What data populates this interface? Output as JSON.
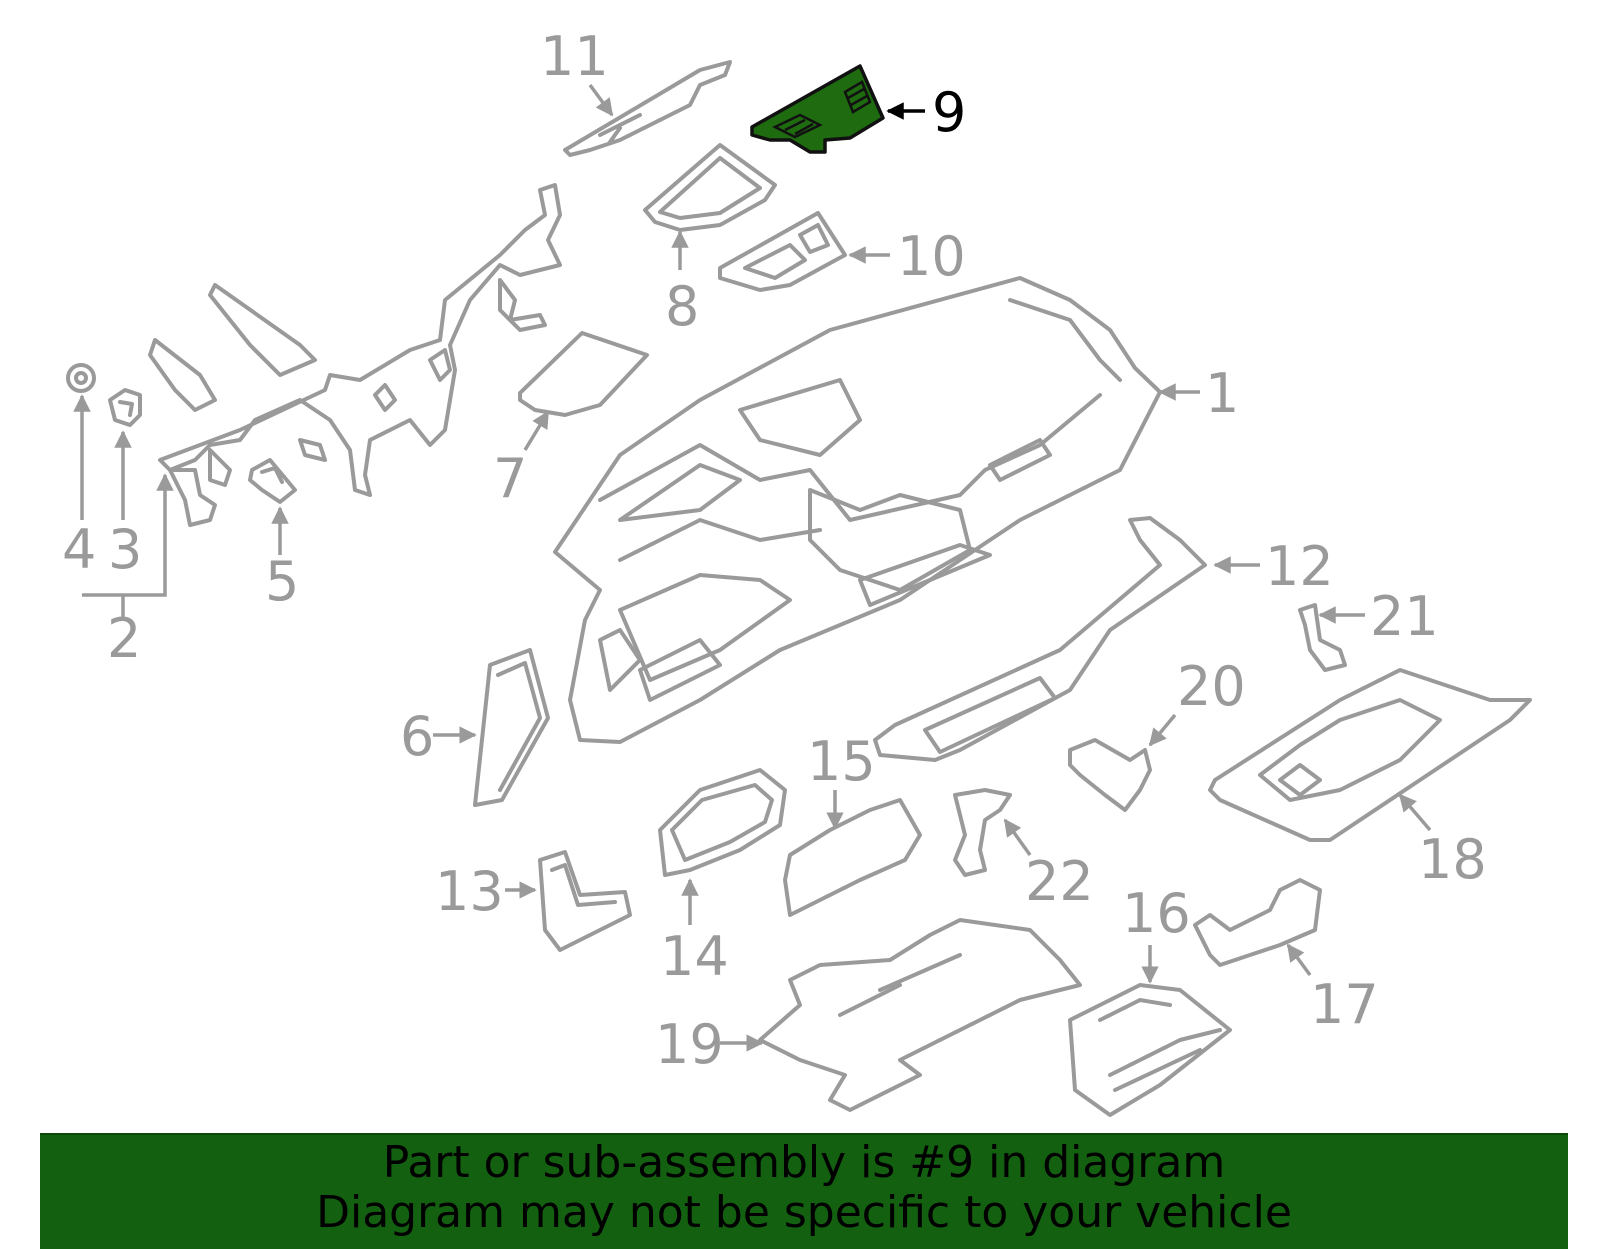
{
  "diagram": {
    "highlighted_part": "9",
    "highlight_color": "#1e6b10",
    "outline_color": "#9a9a9a",
    "callouts": [
      "1",
      "2",
      "3",
      "4",
      "5",
      "6",
      "7",
      "8",
      "9",
      "10",
      "11",
      "12",
      "13",
      "14",
      "15",
      "16",
      "17",
      "18",
      "19",
      "20",
      "21",
      "22"
    ]
  },
  "banner": {
    "background_color": "#136010",
    "line1": "Part or sub-assembly is #9 in diagram",
    "line2": "Diagram may not be specific to your vehicle"
  }
}
